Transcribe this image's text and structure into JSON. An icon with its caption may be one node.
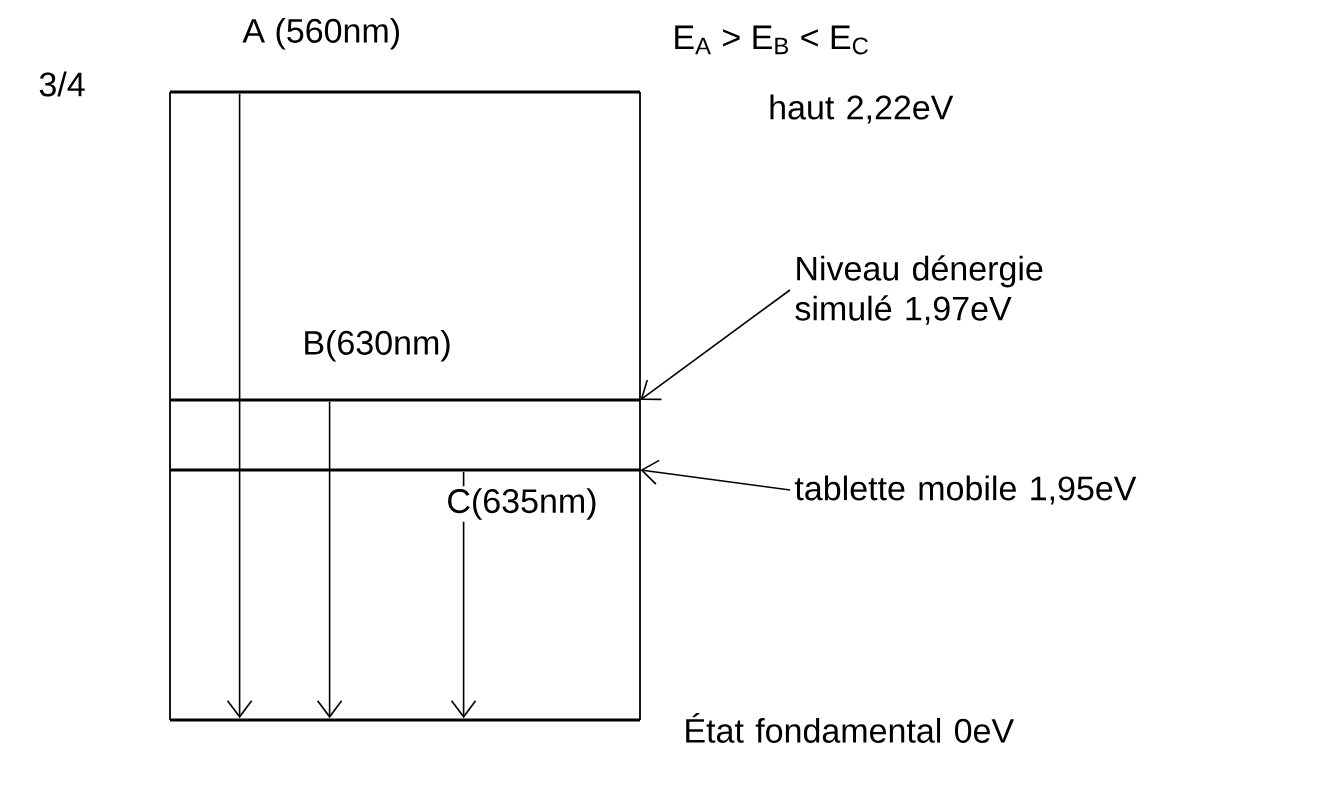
{
  "diagram": {
    "nodes": [
      {
        "text": [],
        "shape": "bar",
        "beside": [
          "haut 2,22eV"
        ]
      },
      {
        "text": [],
        "shape": "bar"
      },
      {
        "text": [],
        "shape": "bar"
      },
      {
        "text": [],
        "shape": "bar",
        "beside": [
          "État fondamental 0eV"
        ]
      },
      {
        "text": [
          "Niveau dénergie simulé 1,97eV"
        ]
      },
      {
        "text": [
          "tablette mobile 1,95eV"
        ]
      }
    ],
    "edges": [
      {
        "from": 0,
        "to": 3,
        "arrow": "to",
        "label": "A (560nm)"
      },
      {
        "from": 1,
        "to": 3,
        "arrow": "to",
        "label": "B(630nm)"
      },
      {
        "from": 2,
        "to": 3,
        "arrow": "to",
        "label": "C(635nm)"
      },
      {
        "from": 4,
        "to": 1,
        "arrow": "to"
      },
      {
        "from": 5,
        "to": 2,
        "arrow": "to"
      }
    ],
    "labels": [
      "3/4",
      "E$_{A}$ > E$_{B}$ < E$_{C}$"
    ]
  }
}
